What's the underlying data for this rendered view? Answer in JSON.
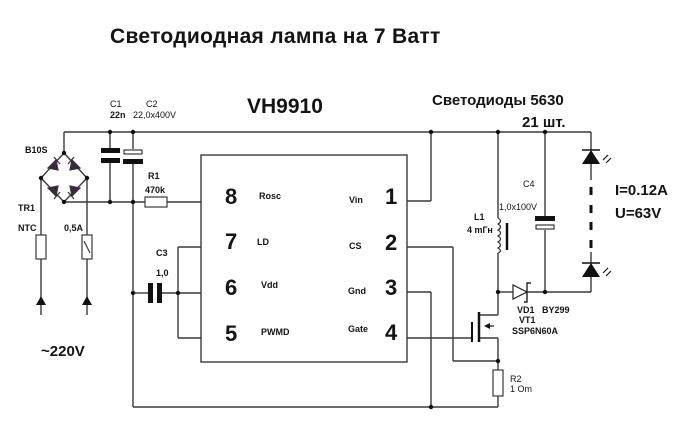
{
  "title": "Светодиодная лампа на 7 Ватт",
  "chip": {
    "name": "VH9910",
    "pins": [
      {
        "num": "1",
        "name": "Vin",
        "side": "right"
      },
      {
        "num": "2",
        "name": "CS",
        "side": "right"
      },
      {
        "num": "3",
        "name": "Gnd",
        "side": "right"
      },
      {
        "num": "4",
        "name": "Gate",
        "side": "right"
      },
      {
        "num": "5",
        "name": "PWMD",
        "side": "left"
      },
      {
        "num": "6",
        "name": "Vdd",
        "side": "left"
      },
      {
        "num": "7",
        "name": "LD",
        "side": "left"
      },
      {
        "num": "8",
        "name": "Rosc",
        "side": "left"
      }
    ]
  },
  "components": {
    "bridge": {
      "ref": "B10S"
    },
    "thermistor": {
      "ref": "TR1",
      "type": "NTC"
    },
    "fuse": {
      "value": "0,5A"
    },
    "c1": {
      "ref": "C1",
      "value": "22n"
    },
    "c2": {
      "ref": "C2",
      "value": "22,0x400V"
    },
    "r1": {
      "ref": "R1",
      "value": "470k"
    },
    "c3": {
      "ref": "C3",
      "value": "1,0"
    },
    "l1": {
      "ref": "L1",
      "value": "4 mГн"
    },
    "c4": {
      "ref": "C4",
      "value": "1,0x100V"
    },
    "vd1": {
      "ref": "VD1",
      "value": "BY299"
    },
    "vt1": {
      "ref": "VT1",
      "value": "SSP6N60A"
    },
    "r2": {
      "ref": "R2",
      "value": "1 Om"
    }
  },
  "leds": {
    "label": "Светодиоды 5630",
    "count": "21 шт."
  },
  "specs": {
    "current": "I=0.12A",
    "voltage": "U=63V"
  },
  "input": {
    "voltage": "~220V"
  },
  "colors": {
    "wire": "#3a3a3a",
    "diode": "#3b2a3e",
    "text": "#141414"
  }
}
